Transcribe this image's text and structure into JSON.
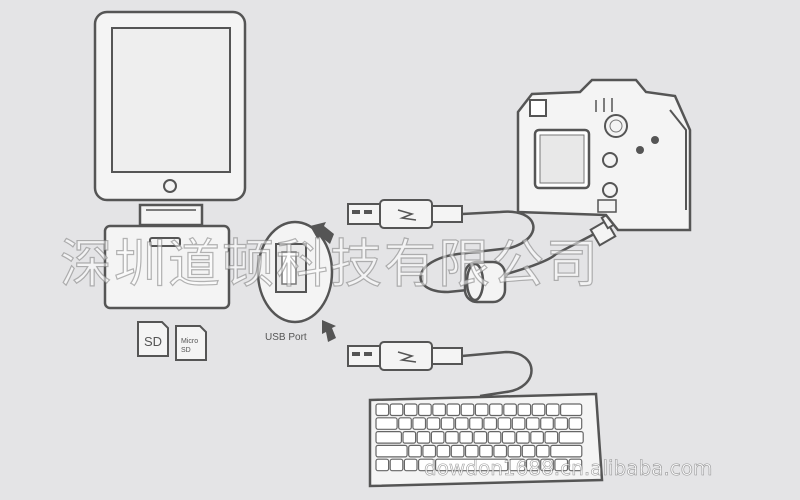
{
  "labels": {
    "card_sd": "SD",
    "card_micro_line1": "Micro",
    "card_micro_line2": "SD",
    "usb_port": "USB Port"
  },
  "watermark": {
    "text": "深圳道顿科技有限公司",
    "url": "dowdon1688.cn.alibaba.com"
  },
  "icons": [
    "tablet-icon",
    "sd-card-icon",
    "micro-sd-card-icon",
    "usb-connector-icon",
    "camera-icon",
    "keyboard-icon",
    "arrow-icon"
  ],
  "colors": {
    "background": "#e4e4e6",
    "line": "#555555",
    "fill": "#f4f4f4"
  }
}
